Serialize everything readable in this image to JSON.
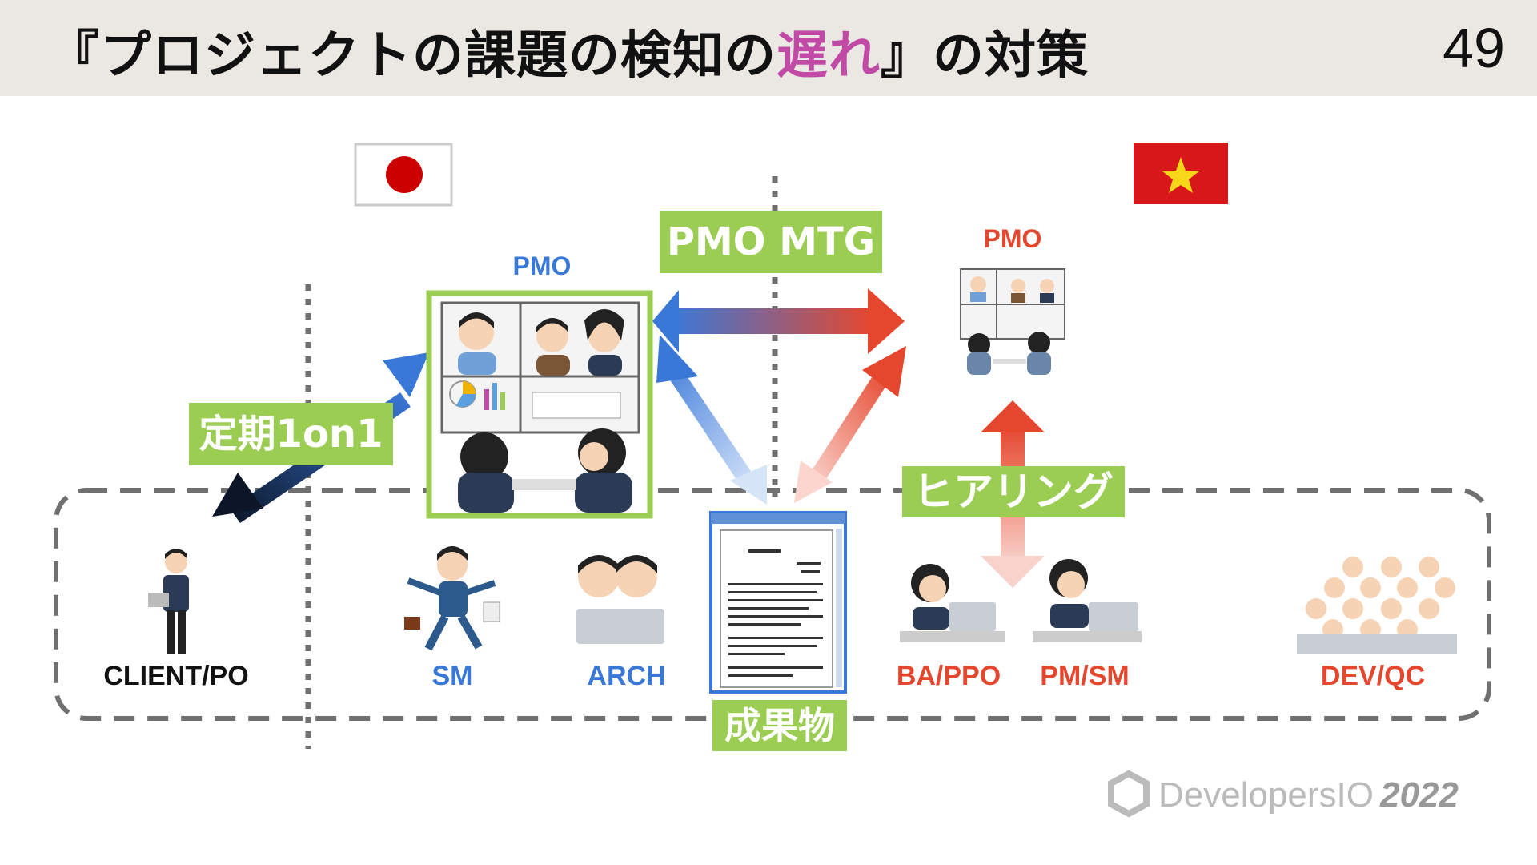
{
  "header": {
    "title_before": "『プロジェクトの課題の検知の",
    "title_highlight": "遅れ",
    "title_after": "』の対策",
    "page_number": "49"
  },
  "labels": {
    "pmo_meeting": "PMO MTG",
    "regular_1on1": "定期1on1",
    "hearing": "ヒアリング",
    "deliverables": "成果物",
    "pmo_left": "PMO",
    "pmo_right": "PMO"
  },
  "roles": {
    "client": "CLIENT/PO",
    "sm": "SM",
    "arch": "ARCH",
    "ba": "BA/PPO",
    "pm": "PM/SM",
    "dev": "DEV/QC"
  },
  "colors": {
    "header_bg": "#ebe8e3",
    "highlight": "#c04aa6",
    "tag_green": "#9bcd53",
    "blue": "#3a78d8",
    "red": "#e5472e",
    "black": "#111111",
    "dashed": "#707070"
  },
  "icons": {
    "japan_flag": "japan-flag-icon",
    "vietnam_flag": "vietnam-flag-icon",
    "document": "document-icon"
  },
  "watermark": {
    "brand": "DevelopersIO",
    "year": "2022"
  }
}
